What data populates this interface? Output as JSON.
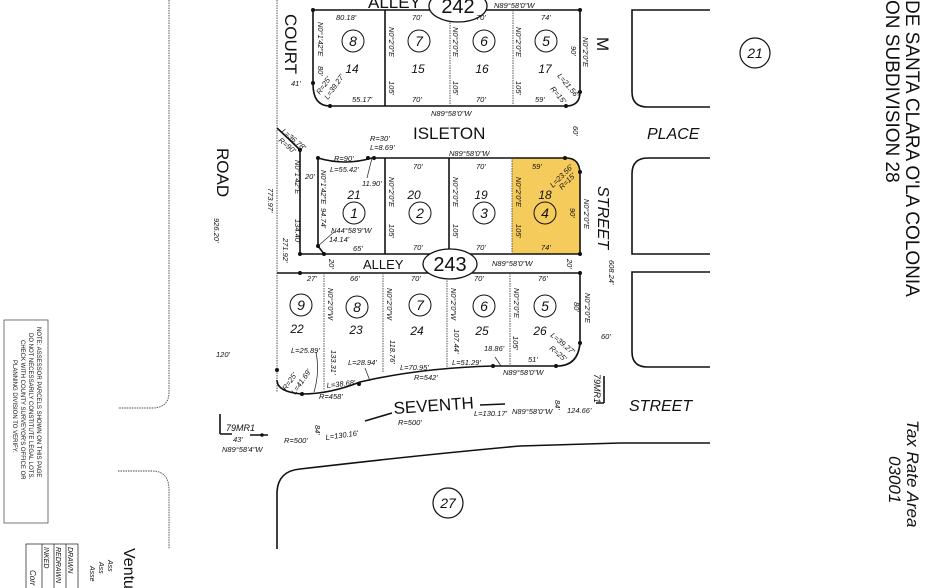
{
  "map_numbers": {
    "alley_242": "242",
    "alley_243": "243",
    "block_21": "21",
    "block_27": "27"
  },
  "streets": {
    "court": "COURT",
    "isleton": "ISLETON",
    "place": "PLACE",
    "m": "M",
    "street_east": "STREET",
    "street_seventh": "STREET",
    "road": "ROAD",
    "seventh": "SEVENTH",
    "alley_top": "ALLEY",
    "alley_mid": "ALLEY"
  },
  "block_242": [
    {
      "parcel": "8",
      "lot": "14"
    },
    {
      "parcel": "7",
      "lot": "15"
    },
    {
      "parcel": "6",
      "lot": "16"
    },
    {
      "parcel": "5",
      "lot": "17"
    }
  ],
  "block_243_north": [
    {
      "parcel": "1",
      "lot": "21"
    },
    {
      "parcel": "2",
      "lot": "20"
    },
    {
      "parcel": "3",
      "lot": "19"
    },
    {
      "parcel": "4",
      "lot": "18"
    }
  ],
  "block_243_south": [
    {
      "parcel": "9",
      "lot": "22"
    },
    {
      "parcel": "8",
      "lot": "23"
    },
    {
      "parcel": "7",
      "lot": "24"
    },
    {
      "parcel": "6",
      "lot": "25"
    },
    {
      "parcel": "5",
      "lot": "26"
    }
  ],
  "highlight": {
    "parcel": "4",
    "lot": "18",
    "color": "#F5CB5C"
  },
  "dims": [
    "80.18'",
    "70'",
    "70'",
    "74'",
    "N0°1'42\"E",
    "80'",
    "N0°2'0\"E",
    "105'",
    "N0°2'0\"E",
    "105'",
    "N0°2'0\"E",
    "105'",
    "90'",
    "N0°2'0\"E",
    "R=25'",
    "L=39.27'",
    "55.17'",
    "70'",
    "70'",
    "59'",
    "L=21.56'",
    "R=15'",
    "N89°58'0\"W",
    "N89°58'0\"W",
    "41'",
    "60'",
    "R=30'",
    "L=8.69'",
    "N89°58'0\"W",
    "R=90'",
    "L=55.42'",
    "11.90'",
    "20'",
    "L=36.78'",
    "R=90'",
    "70'",
    "70'",
    "59'",
    "L=23.56'",
    "R=15'",
    "N0°1'42\"E",
    "94.74'",
    "N44°58'9\"W",
    "14.14'",
    "65'",
    "70'",
    "70'",
    "74'",
    "N0°2'0\"E",
    "105'",
    "N0°2'0\"E",
    "105'",
    "N0°2'0\"E",
    "105'",
    "90'",
    "N0°2'0\"E",
    "N0°1'42\"E",
    "134.40'",
    "773.97'",
    "271.92'",
    "926.20'",
    "120'",
    "20'",
    "N89°58'0\"W",
    "20'",
    "608.24'",
    "27'",
    "66'",
    "70'",
    "70'",
    "76'",
    "N0°2'0\"W",
    "N0°2'0\"W",
    "N0°2'0\"W",
    "N0°2'0\"E",
    "N0°2'0\"E",
    "80'",
    "L=25.89'",
    "133.31'",
    "L=28.94'",
    "118.76'",
    "L=70.95'",
    "107.44'",
    "L=51.29'",
    "18.86'",
    "105'",
    "51'",
    "L=39.27'",
    "R=25'",
    "R=25'",
    "L=41.69'",
    "L=38.68'",
    "R=542'",
    "N89°58'0\"W",
    "R=458'",
    "60'",
    "124.66'",
    "84'",
    "N89°58'0\"W",
    "L=130.17'",
    "R=500'",
    "L=130.16'",
    "84'",
    "R=500'",
    "43'",
    "N89°58'4\"W"
  ],
  "refs": {
    "mr_east": "79MR1",
    "mr_west": "79MR1"
  },
  "title": {
    "line1": "DE SANTA CLARA O'LA COLONIA",
    "line2": "ON SUBDIVISION 28"
  },
  "tax_rate": {
    "label": "Tax Rate Area",
    "value": "03001"
  },
  "note": [
    "NOTE: ASSESSOR PARCELS SHOWN ON THIS PAGE",
    "DO NOT NECESSARILY CONSTITUTE LEGAL LOTS.",
    "CHECK WITH COUNTY SURVEYOR'S OFFICE OR",
    "PLANNING DIVISION TO VERIFY."
  ],
  "legend": {
    "county": "Ventu",
    "lines": [
      "Ass",
      "Ass",
      "Asse"
    ],
    "rows": [
      "DRAWN",
      "REDRAWN",
      "INKED",
      "Corr"
    ]
  }
}
